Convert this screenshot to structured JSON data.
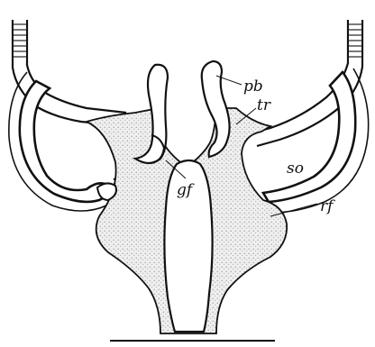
{
  "labels": {
    "pb": "pb",
    "tr": "tr",
    "so": "so",
    "gf": "gf",
    "rf": "rf"
  },
  "colors": {
    "ink": "#111111",
    "stipple": "#cfcfcf",
    "tissue": "#e6e6e6",
    "paper": "#ffffff"
  }
}
